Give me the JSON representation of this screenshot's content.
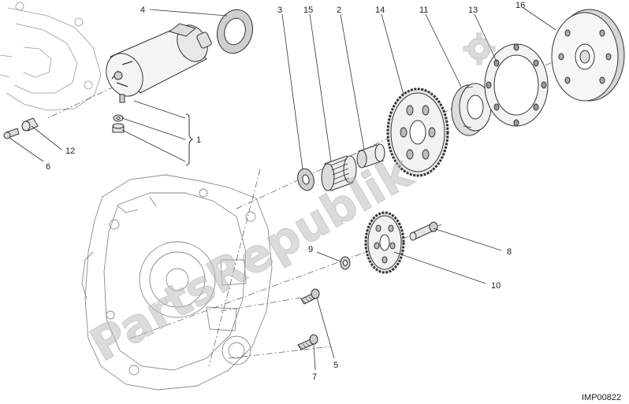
{
  "diagram": {
    "reference_code": "IMP00822",
    "watermark_text": "PartsRepublik",
    "callouts": [
      {
        "id": "c4",
        "text": "4"
      },
      {
        "id": "c3",
        "text": "3"
      },
      {
        "id": "c15",
        "text": "15"
      },
      {
        "id": "c2",
        "text": "2"
      },
      {
        "id": "c14",
        "text": "14"
      },
      {
        "id": "c11",
        "text": "11"
      },
      {
        "id": "c13",
        "text": "13"
      },
      {
        "id": "c16",
        "text": "16"
      },
      {
        "id": "c1",
        "text": "1"
      },
      {
        "id": "c12",
        "text": "12"
      },
      {
        "id": "c6",
        "text": "6"
      },
      {
        "id": "c9",
        "text": "9"
      },
      {
        "id": "c8",
        "text": "8"
      },
      {
        "id": "c10",
        "text": "10"
      },
      {
        "id": "c5",
        "text": "5"
      },
      {
        "id": "c7",
        "text": "7"
      }
    ]
  },
  "colors": {
    "line": "#333333",
    "part_fill": "#f2f2f2",
    "part_shade": "#d9d9d9",
    "watermark": "#bdbdbd"
  }
}
